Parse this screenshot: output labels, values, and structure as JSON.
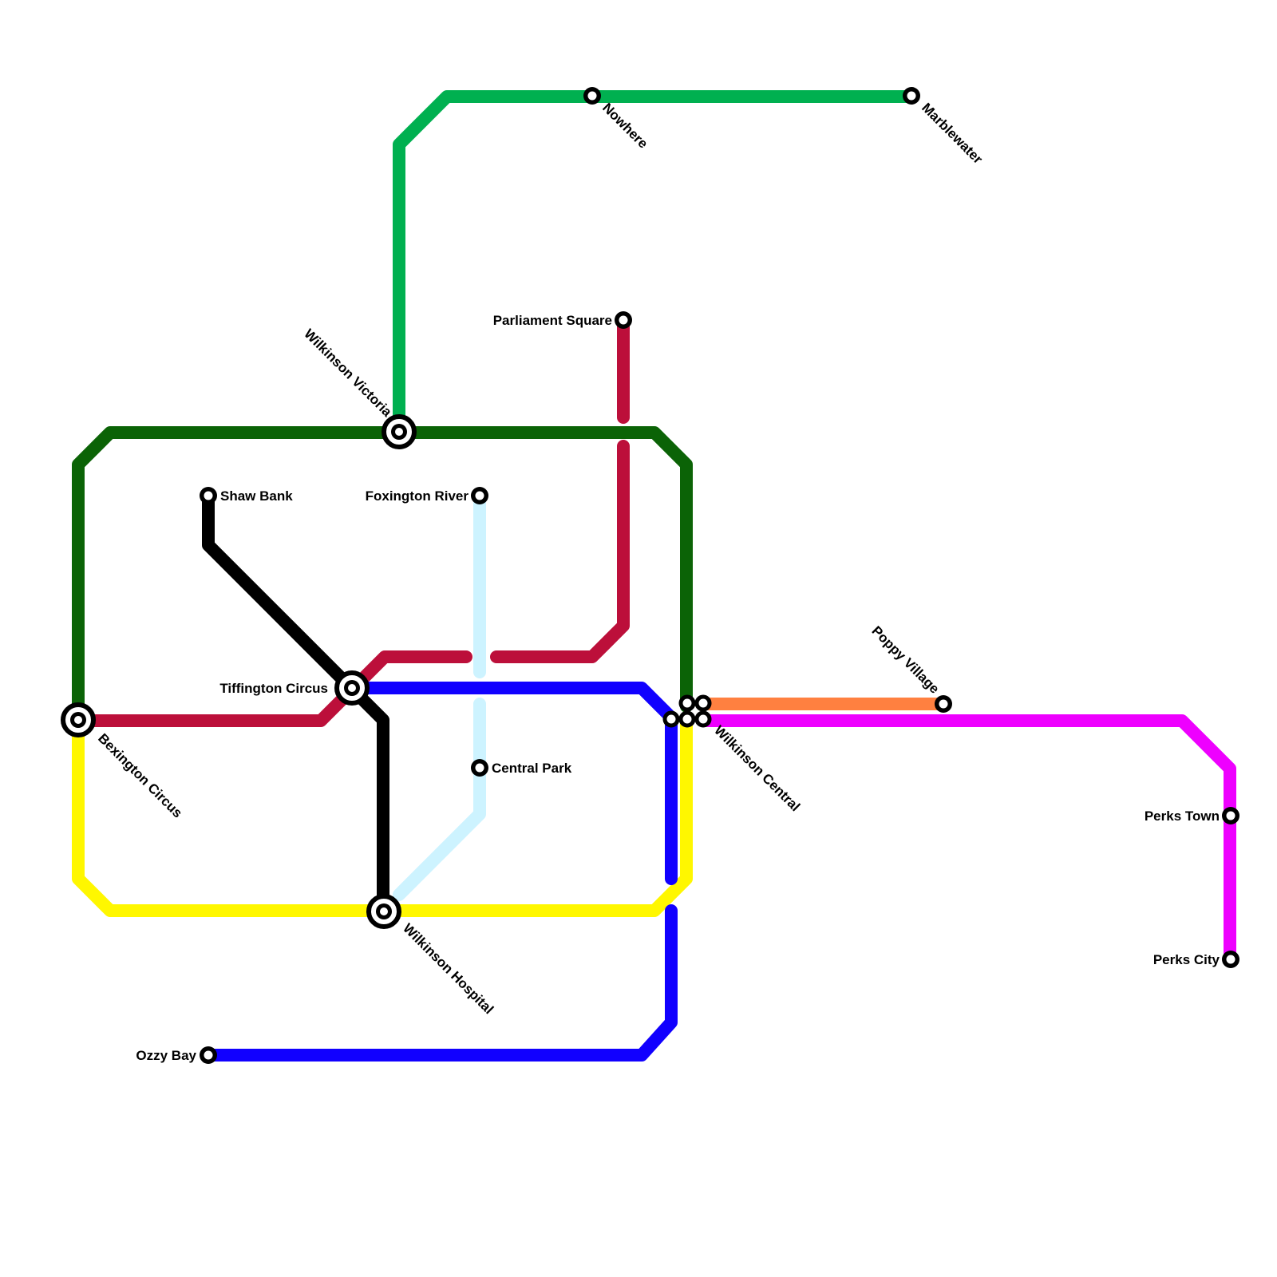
{
  "colors": {
    "dark_green": "#0b6306",
    "green": "#00b050",
    "crimson": "#bc0f3a",
    "black": "#000000",
    "light_blue": "#cdf3ff",
    "blue": "#1100ff",
    "yellow": "#fff700",
    "orange": "#ff8040",
    "magenta": "#ee00ff"
  },
  "stations": {
    "nowhere": "Nowhere",
    "marblewater": "Marblewater",
    "parliament_square": "Parliament Square",
    "wilkinson_victoria": "Wilkinson Victoria",
    "shaw_bank": "Shaw Bank",
    "foxington_river": "Foxington River",
    "tiffington_circus": "Tiffington Circus",
    "bexington_circus": "Bexington Circus",
    "central_park": "Central Park",
    "poppy_village": "Poppy Village",
    "wilkinson_central": "Wilkinson Central",
    "perks_town": "Perks Town",
    "perks_city": "Perks City",
    "wilkinson_hospital": "Wilkinson Hospital",
    "ozzy_bay": "Ozzy Bay"
  }
}
